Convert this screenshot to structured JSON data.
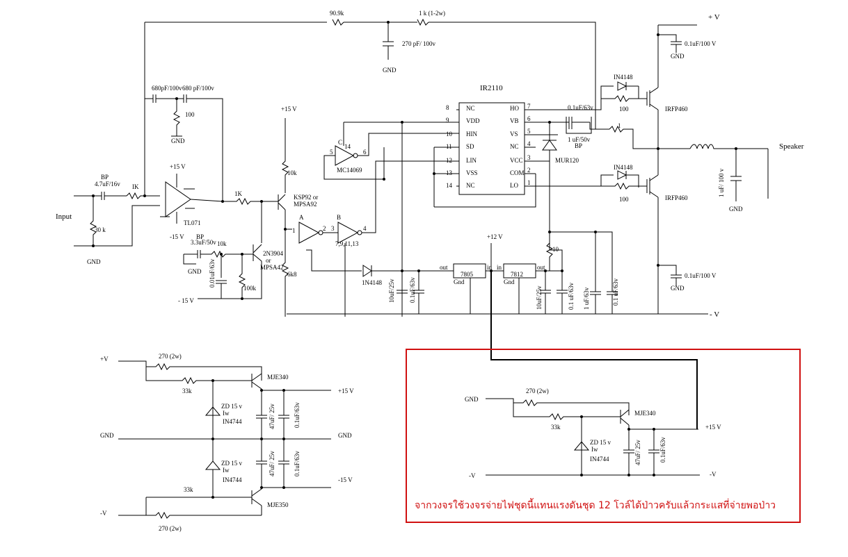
{
  "labels": {
    "plus_v_top": "+ V",
    "minus_v_right": "- V",
    "speaker": "Speaker",
    "input": "Input",
    "r_90k9": "90.9k",
    "r_1k_2w": "1 k  (1-2w)",
    "c_270pf": "270 pF/ 100v",
    "gnd": "GND",
    "c_680pf_a": "680pF/100v",
    "c_680pf_b": "680 pF/100v",
    "r_100": "100",
    "plus15": "+15 V",
    "minus15": "-15 V",
    "minus15b": "- 15 V",
    "bp": "BP",
    "c_4u7": "4.7uF/16v",
    "r_1k": "IK",
    "r_1k_b": "1K",
    "r_30k": "30 k",
    "op_tl071": "TL071",
    "c_3u3": "3.3uF/50v",
    "r_10k": "10k",
    "t_2n3904": "2N3904",
    "or": "or",
    "t_mpsa42": "MPSA42",
    "c_001": "0.01uF/63v",
    "r_100k": "100k",
    "r_10k_b": "10k",
    "t_ksp92": "KSP92  or",
    "t_mpsa92": "MPSA92",
    "r_6k8": "6k8",
    "ic_ir2110": "IR2110",
    "pin_nc": "NC",
    "pin_vdd": "VDD",
    "pin_hin": "HIN",
    "pin_sd": "SD",
    "pin_lin": "LIN",
    "pin_vss": "VSS",
    "pin_ho": "HO",
    "pin_vb": "VB",
    "pin_vs": "VS",
    "pin_vcc": "VCC",
    "pin_com": "COM",
    "pin_lo": "LO",
    "gate_c": "C",
    "gate_a": "A",
    "gate_b": "B",
    "mc14069": "MC14069",
    "pins_b": "7,9,11,13",
    "d_1n4148": "1N4148",
    "d_1n4148_b": "IN4148",
    "plus12": "+12 V",
    "reg_7805": "7805",
    "reg_7812": "7812",
    "reg_gnd": "Gnd",
    "reg_out": "out",
    "reg_in": "in",
    "c_10u25": "10uF/25v",
    "c_01u63": "0.1uF/63v",
    "c_01u63b": "0.1 uF/63v",
    "c_1u63": "1 uF/63v",
    "r_10": "10",
    "d_mur120": "MUR120",
    "c_bp_1u50": "1 uF/50v",
    "c_bp_01u": "0.1uF/63v",
    "r_1": "1",
    "irfp460": "IRFP460",
    "c_01u100": "0.1uF/100 V",
    "c_1u100": "1 uF/ 100 v",
    "r_270_2w": "270 (2w)",
    "r_33k": "33k",
    "mje340": "MJE340",
    "mje350": "MJE350",
    "zd": "ZD  15 v",
    "zd_w": "Iw",
    "in4744": "IN4744",
    "c_47u": "47uF/ 25v",
    "c_01u63v": "0.1uF/63v",
    "plus_v": "+V",
    "minus_v": "-V",
    "plus15v": "+15 V",
    "minus15v": "-15 V",
    "gnd_cap": "GND"
  },
  "note": "จากวงจรใช้วงจรจ่ายไฟชุดนี้แทนแรงดันชุด 12 โวล์ได้ป่าวครับแล้วกระแสที่จ่ายพอป่าว",
  "colors": {
    "highlight_box": "#d01010",
    "line": "#000000"
  }
}
